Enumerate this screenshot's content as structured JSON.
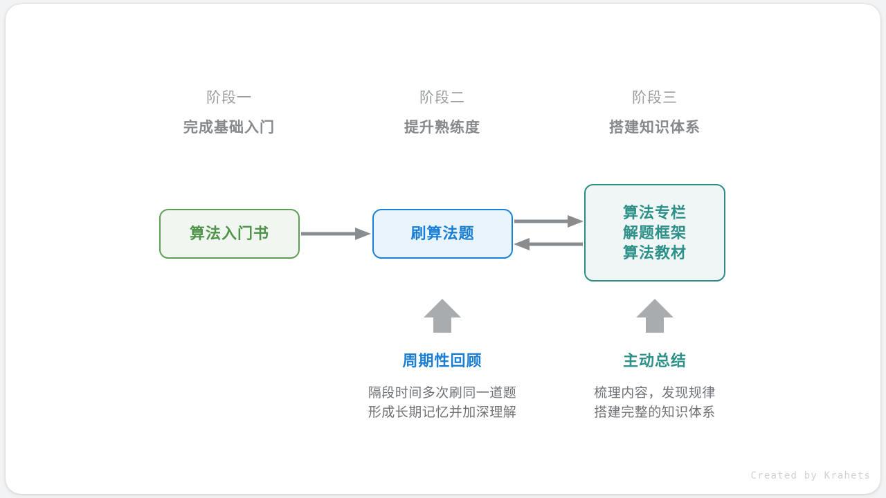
{
  "stages": [
    {
      "kicker": "阶段一",
      "title": "完成基础入门"
    },
    {
      "kicker": "阶段二",
      "title": "提升熟练度"
    },
    {
      "kicker": "阶段三",
      "title": "搭建知识体系"
    }
  ],
  "nodes": {
    "book": {
      "label": "算法入门书",
      "color": "#4e9349",
      "border": "#5c9e53",
      "fill": "#f1f7f0"
    },
    "practice": {
      "label": "刷算法题",
      "color": "#1a7fd4",
      "border": "#1a80d6",
      "fill": "#eaf4fd"
    },
    "resources": {
      "lines": [
        "算法专栏",
        "解题框架",
        "算法教材"
      ],
      "color": "#2d9089",
      "border": "#2d8b85",
      "fill": "#eff6f5"
    }
  },
  "notes": [
    {
      "title": "周期性回顾",
      "desc_lines": [
        "隔段时间多次刷同一道题",
        "形成长期记忆并加深理解"
      ],
      "color": "#1a7fd4"
    },
    {
      "title": "主动总结",
      "desc_lines": [
        "梳理内容，发现规律",
        "搭建完整的知识体系"
      ],
      "color": "#2d9089"
    }
  ],
  "arrows": {
    "color": "#8a8d90",
    "book_to_practice": "arrow-right",
    "practice_to_resources": "arrow-right",
    "resources_to_practice": "arrow-left",
    "up_arrow_review": "arrow-up",
    "up_arrow_summary": "arrow-up"
  },
  "credit": "Created by Krahets"
}
